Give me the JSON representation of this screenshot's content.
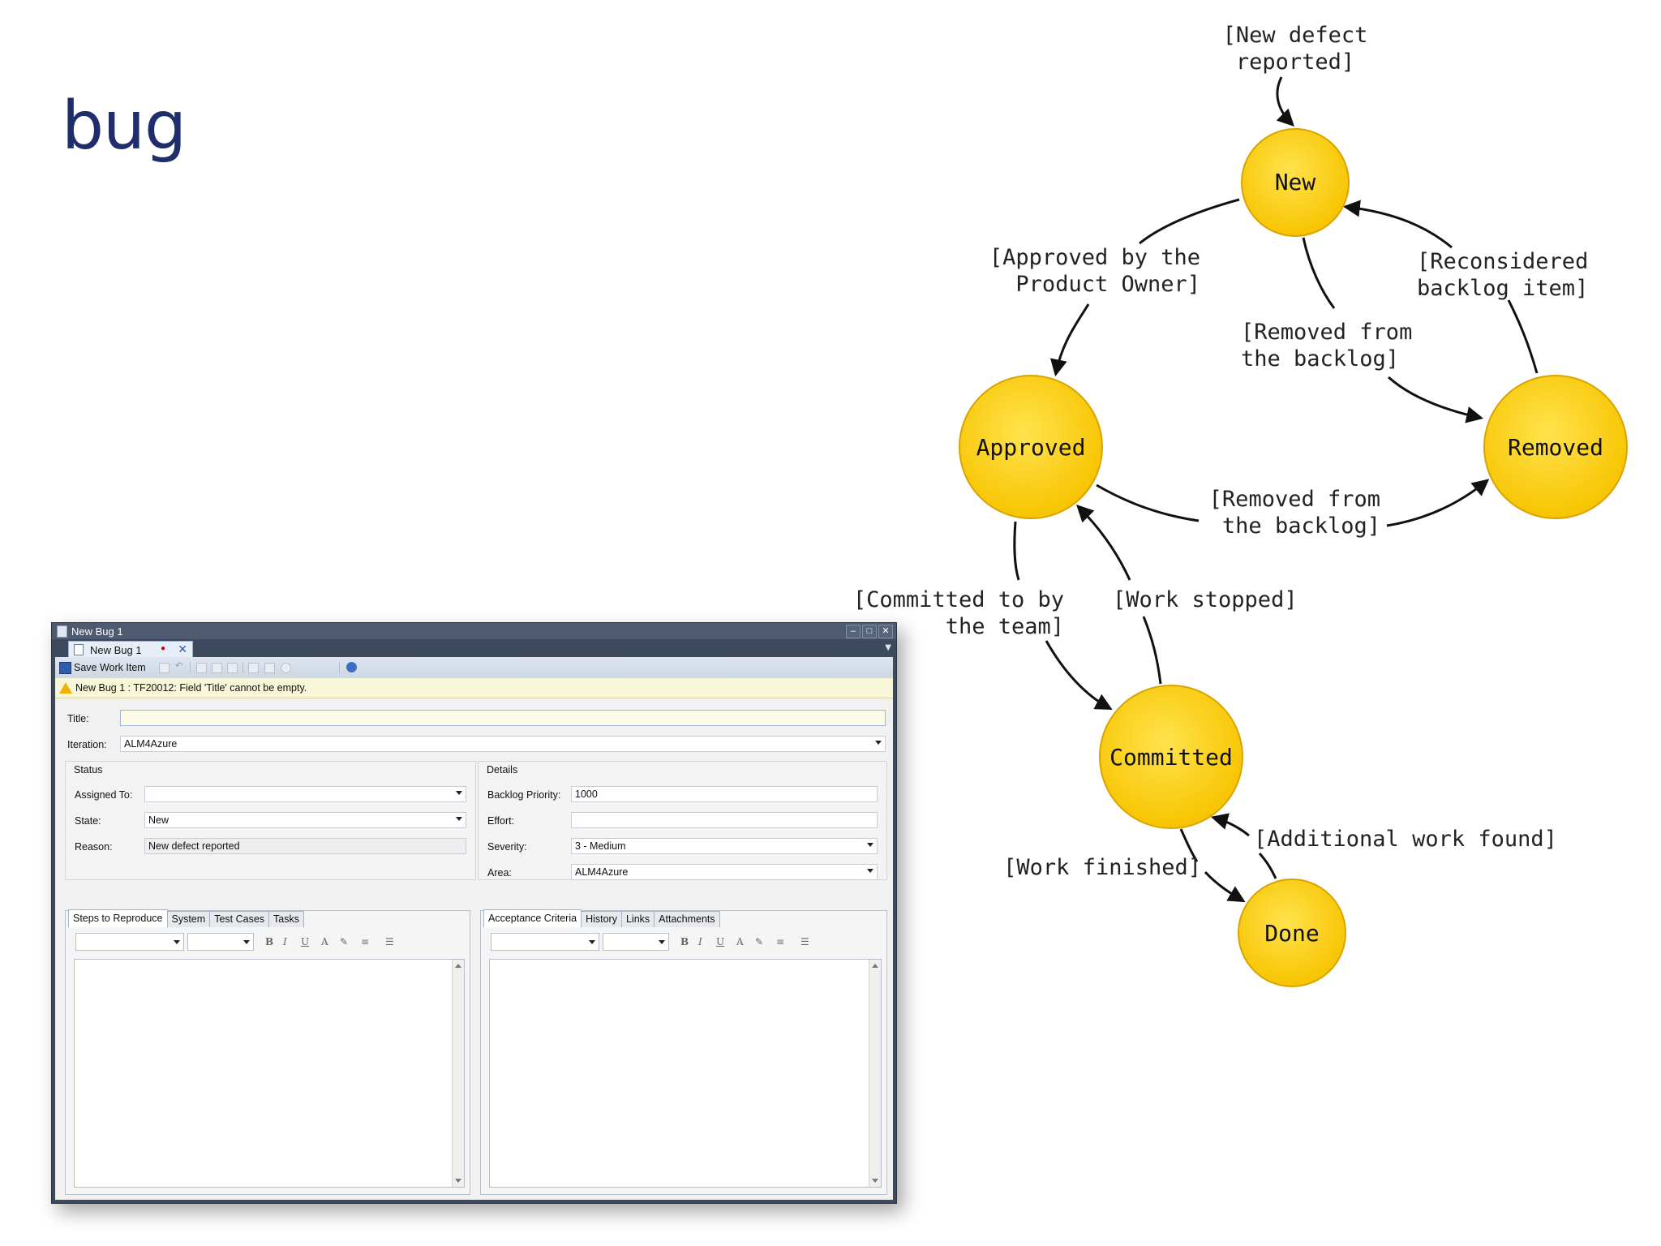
{
  "slide": {
    "title": "bug"
  },
  "window": {
    "title": "New Bug 1",
    "document_tab": "New Bug 1",
    "toolbar": {
      "save_label": "Save Work Item"
    },
    "warning": "New Bug 1 : TF20012: Field 'Title' cannot be empty.",
    "title_label": "Title:",
    "title_value": "",
    "iteration_label": "Iteration:",
    "iteration_value": "ALM4Azure",
    "status": {
      "header": "Status",
      "assigned_to_label": "Assigned To:",
      "assigned_to_value": "",
      "state_label": "State:",
      "state_value": "New",
      "reason_label": "Reason:",
      "reason_value": "New defect reported"
    },
    "details": {
      "header": "Details",
      "backlog_priority_label": "Backlog Priority:",
      "backlog_priority_value": "1000",
      "effort_label": "Effort:",
      "effort_value": "",
      "severity_label": "Severity:",
      "severity_value": "3 - Medium",
      "area_label": "Area:",
      "area_value": "ALM4Azure"
    },
    "left_tabs": [
      "Steps to Reproduce",
      "System",
      "Test Cases",
      "Tasks"
    ],
    "right_tabs": [
      "Acceptance Criteria",
      "History",
      "Links",
      "Attachments"
    ],
    "format_buttons": {
      "bold": "B",
      "italic": "I",
      "underline": "U"
    }
  },
  "diagram": {
    "states": [
      "New",
      "Approved",
      "Removed",
      "Committed",
      "Done"
    ],
    "state_fill": "#ffd21f",
    "labels": {
      "new_defect": [
        "[New defect",
        "reported]"
      ],
      "approved_by_po": [
        "[Approved by the",
        "Product Owner]"
      ],
      "reconsidered": [
        "[Reconsidered",
        "backlog item]"
      ],
      "removed_from_backlog_1": [
        "[Removed from",
        "the backlog]"
      ],
      "removed_from_backlog_2": [
        "[Removed from",
        "the backlog]"
      ],
      "committed_by_team": [
        "[Committed to by",
        "the team]"
      ],
      "work_stopped": "[Work stopped]",
      "additional_work": "[Additional work found]",
      "work_finished": "[Work finished]"
    }
  }
}
